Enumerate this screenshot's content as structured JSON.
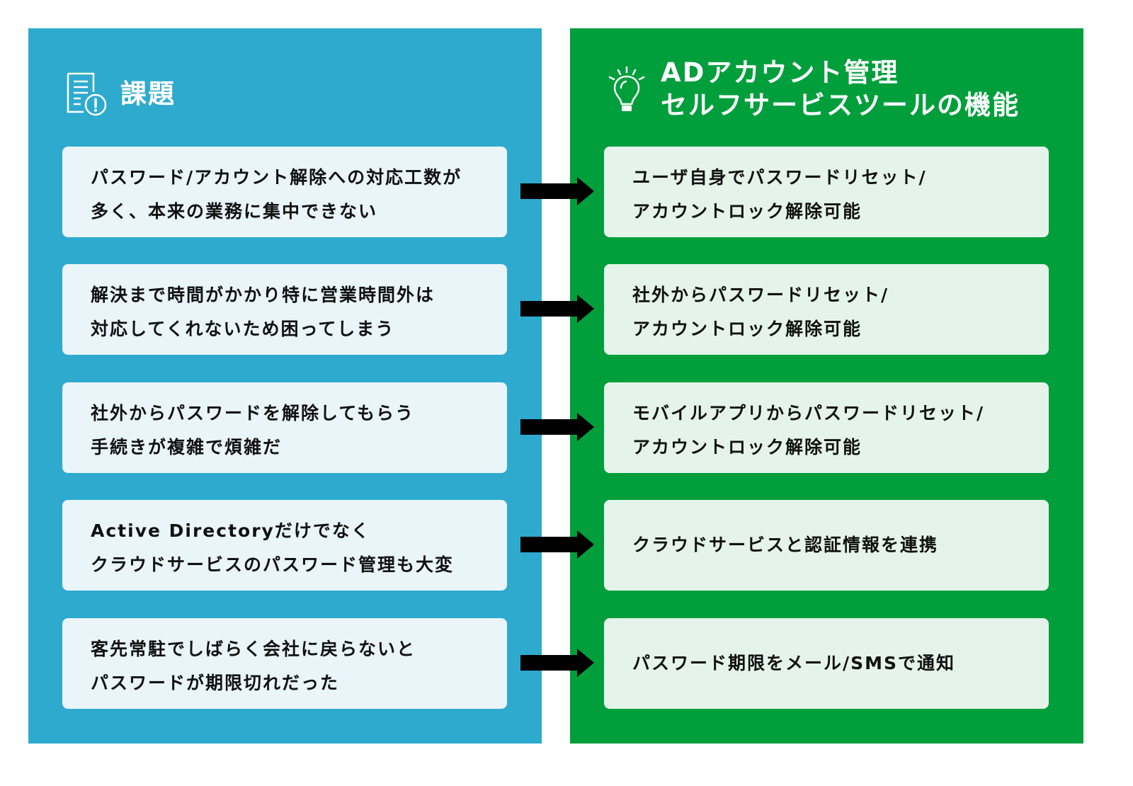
{
  "colors": {
    "problems_panel": "#2EAACE",
    "solutions_panel": "#009F3C",
    "problem_card": "#EAF5FA",
    "solution_card": "#E5F4EB",
    "arrow": "#000000"
  },
  "problems": {
    "icon": "document-warning-icon",
    "title": "課題",
    "items": [
      {
        "lines": [
          "パスワード/アカウント解除への対応工数が",
          "多く、本来の業務に集中できない"
        ]
      },
      {
        "lines": [
          "解決まで時間がかかり特に営業時間外は",
          "対応してくれないため困ってしまう"
        ]
      },
      {
        "lines": [
          "社外からパスワードを解除してもらう",
          "手続きが複雑で煩雑だ"
        ]
      },
      {
        "lines": [
          "Active Directoryだけでなく",
          "クラウドサービスのパスワード管理も大変"
        ]
      },
      {
        "lines": [
          "客先常駐でしばらく会社に戻らないと",
          "パスワードが期限切れだった"
        ]
      }
    ]
  },
  "solutions": {
    "icon": "lightbulb-icon",
    "title_lines": [
      "ADアカウント管理",
      "セルフサービスツールの機能"
    ],
    "items": [
      {
        "lines": [
          "ユーザ自身でパスワードリセット/",
          "アカウントロック解除可能"
        ]
      },
      {
        "lines": [
          "社外からパスワードリセット/",
          "アカウントロック解除可能"
        ]
      },
      {
        "lines": [
          "モバイルアプリからパスワードリセット/",
          "アカウントロック解除可能"
        ]
      },
      {
        "lines": [
          "クラウドサービスと認証情報を連携"
        ]
      },
      {
        "lines": [
          "パスワード期限をメール/SMSで通知"
        ]
      }
    ]
  },
  "arrows": [
    {
      "icon": "arrow-right-icon"
    },
    {
      "icon": "arrow-right-icon"
    },
    {
      "icon": "arrow-right-icon"
    },
    {
      "icon": "arrow-right-icon"
    },
    {
      "icon": "arrow-right-icon"
    }
  ]
}
